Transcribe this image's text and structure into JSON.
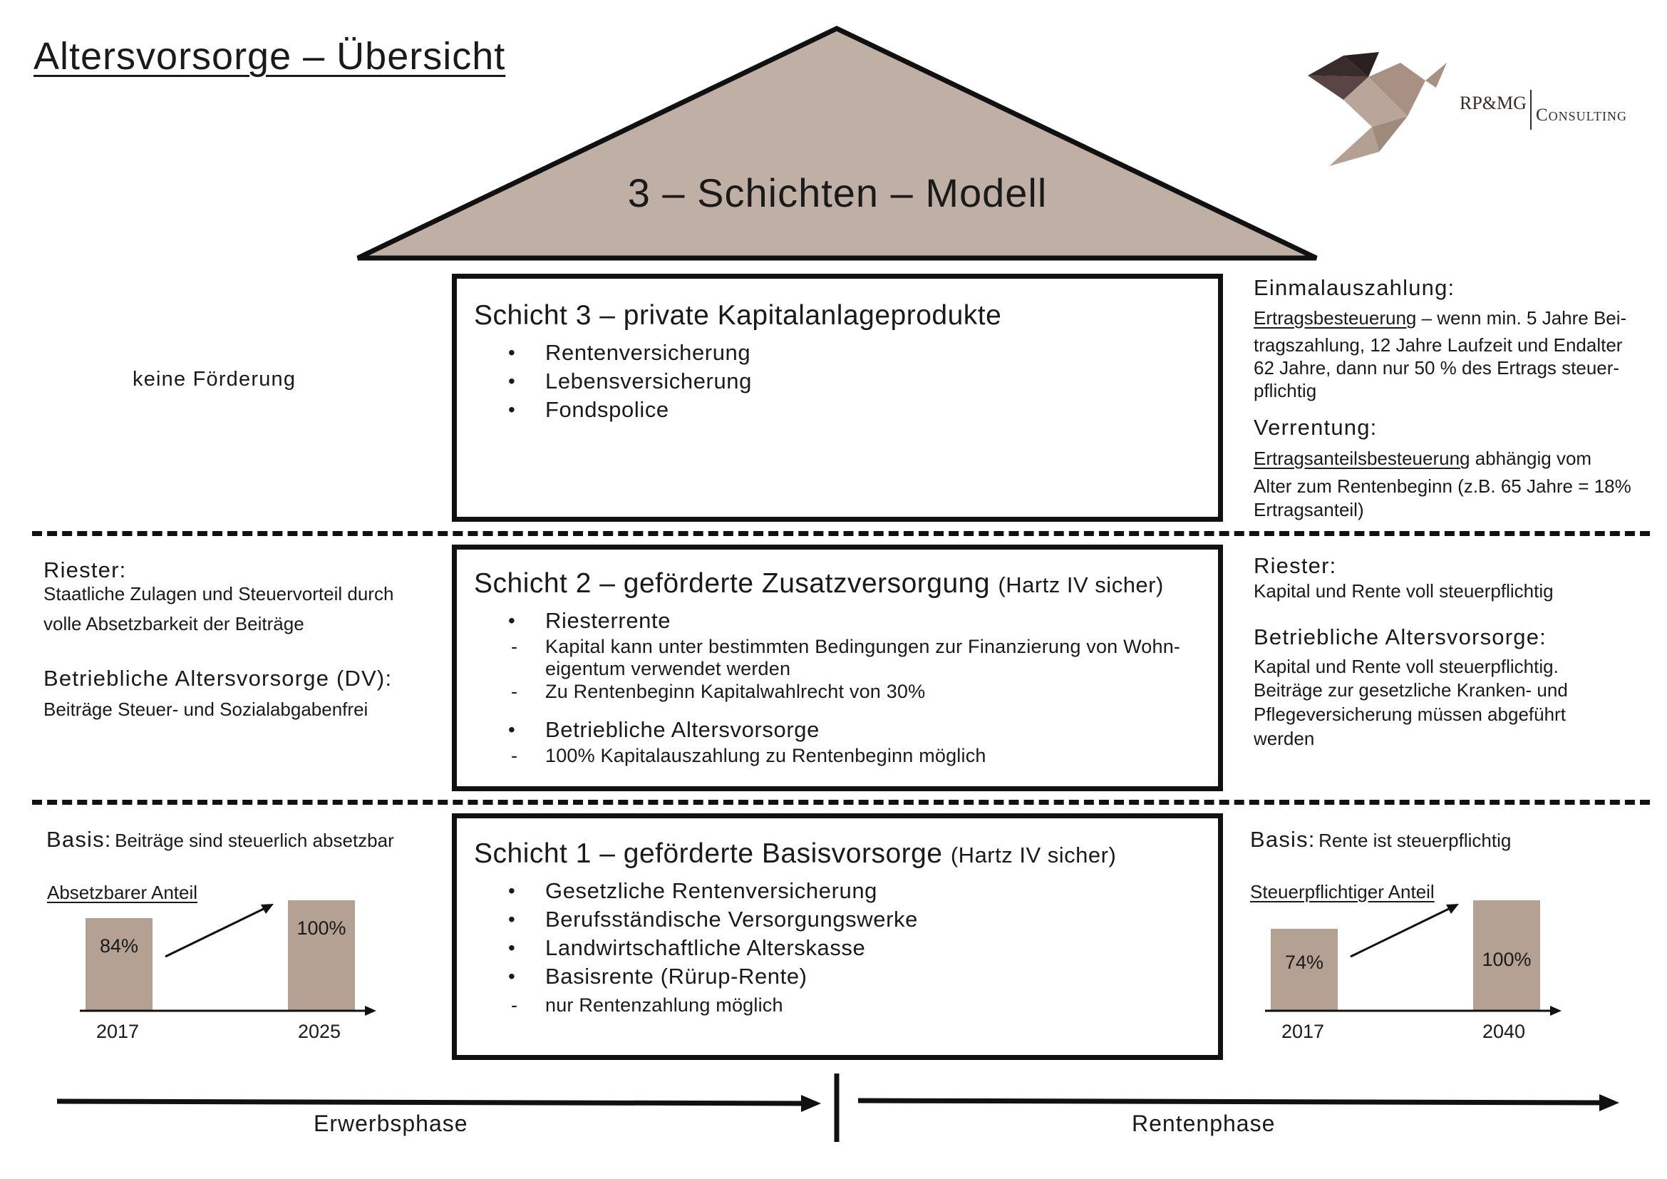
{
  "title": "Altersvorsorge – Übersicht",
  "roof_title": "3 – Schichten – Modell",
  "logo": {
    "left": "RP&MG",
    "right": "Consulting"
  },
  "schicht3": {
    "title": "Schicht 3 – private Kapitalanlageprodukte",
    "bullets": [
      "Rentenversicherung",
      "Lebensversicherung",
      "Fondspolice"
    ]
  },
  "schicht2": {
    "title": "Schicht 2 – geförderte Zusatzversorgung",
    "title_note": "(Hartz IV sicher)",
    "b1": "Riesterrente",
    "d1a": "Kapital kann unter bestimmten Bedingungen zur Finanzierung von Wohn-",
    "d1b": "eigentum verwendet werden",
    "d2": "Zu Rentenbeginn Kapitalwahlrecht von 30%",
    "b2": "Betriebliche Altersvorsorge",
    "d3": "100% Kapitalauszahlung zu Rentenbeginn möglich"
  },
  "schicht1": {
    "title": "Schicht 1 – geförderte Basisvorsorge",
    "title_note": "(Hartz IV sicher)",
    "bullets": [
      "Gesetzliche Rentenversicherung",
      "Berufsständische Versorgungswerke",
      "Landwirtschaftliche Alterskasse",
      "Basisrente (Rürup-Rente)"
    ],
    "dash": "nur Rentenzahlung möglich"
  },
  "left": {
    "s3": "keine Förderung",
    "s2_h1": "Riester:",
    "s2_t1a": "Staatliche Zulagen und Steuervorteil durch",
    "s2_t1b": "volle Absetzbarkeit der Beiträge",
    "s2_h2": "Betriebliche Altersvorsorge (DV):",
    "s2_t2": "Beiträge Steuer- und Sozialabgabenfrei",
    "s1_h": "Basis:",
    "s1_t": "Beiträge sind steuerlich absetzbar",
    "chart_label": "Absetzbarer Anteil"
  },
  "right": {
    "s3_h1": "Einmalauszahlung:",
    "s3_u1": "Ertragsbesteuerung",
    "s3_t1a": " – wenn min. 5 Jahre Bei-",
    "s3_t1b": "tragszahlung, 12 Jahre Laufzeit und Endalter",
    "s3_t1c": "62 Jahre, dann nur 50 % des Ertrags steuer-",
    "s3_t1d": "pflichtig",
    "s3_h2": "Verrentung:",
    "s3_u2": "Ertragsanteilsbesteuerung",
    "s3_t2a": " abhängig vom",
    "s3_t2b": "Alter zum Rentenbeginn (z.B. 65 Jahre = 18%",
    "s3_t2c": "Ertragsanteil)",
    "s2_h1": "Riester:",
    "s2_t1": "Kapital und Rente voll steuerpflichtig",
    "s2_h2": "Betriebliche Altersvorsorge:",
    "s2_t2a": "Kapital und Rente voll steuerpflichtig.",
    "s2_t2b": "Beiträge zur gesetzliche Kranken- und",
    "s2_t2c": "Pflegeversicherung müssen abgeführt",
    "s2_t2d": "werden",
    "s1_h": "Basis:",
    "s1_t": "Rente ist steuerpflichtig",
    "chart_label": "Steuerpflichtiger Anteil"
  },
  "chart_data": [
    {
      "type": "bar",
      "title": "Absetzbarer Anteil",
      "categories": [
        "2017",
        "2025"
      ],
      "values": [
        84,
        100
      ],
      "value_labels": [
        "84%",
        "100%"
      ],
      "ylim": [
        0,
        100
      ]
    },
    {
      "type": "bar",
      "title": "Steuerpflichtiger Anteil",
      "categories": [
        "2017",
        "2040"
      ],
      "values": [
        74,
        100
      ],
      "value_labels": [
        "74%",
        "100%"
      ],
      "ylim": [
        0,
        100
      ]
    }
  ],
  "phases": {
    "left": "Erwerbsphase",
    "right": "Rentenphase"
  },
  "colors": {
    "roof": "#c0afa5",
    "bar": "#b5a094",
    "logo_dark": "#3a2c2c",
    "logo_light": "#a89182"
  }
}
